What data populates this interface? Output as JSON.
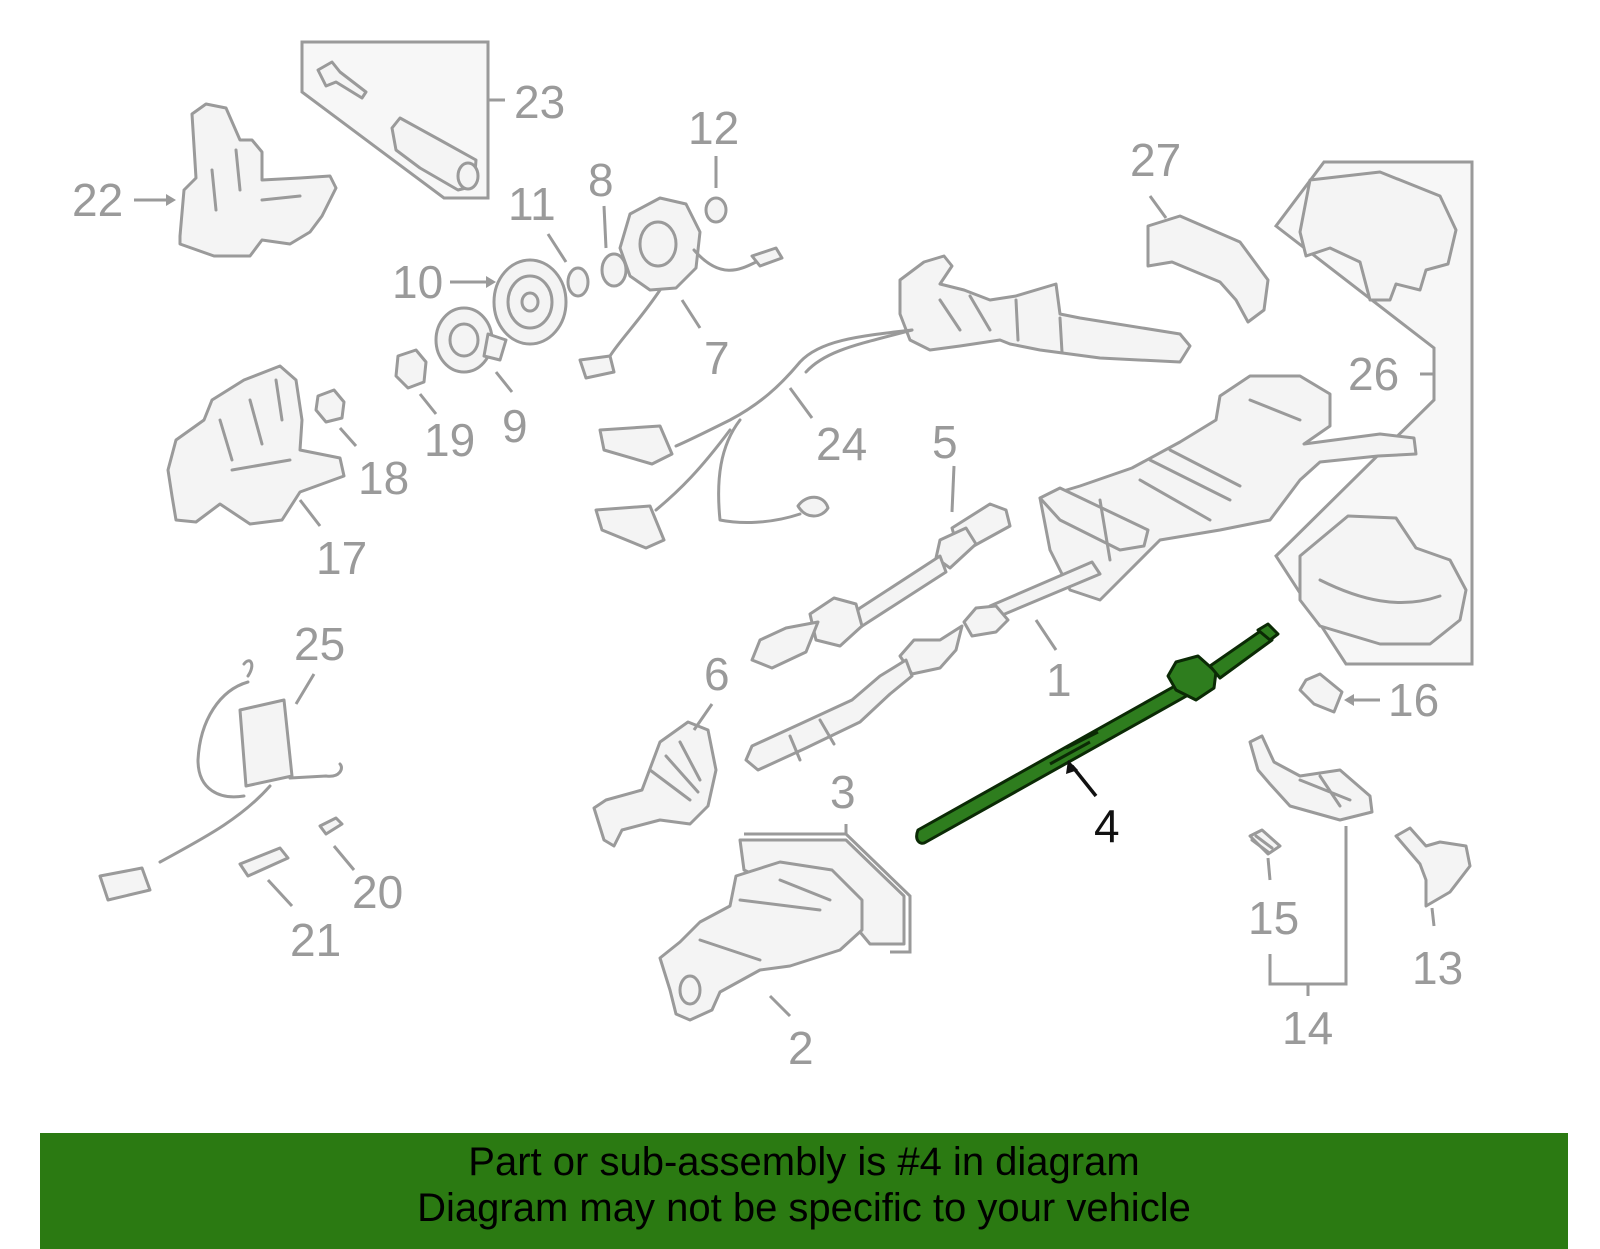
{
  "diagram": {
    "highlighted_part": "4",
    "highlight_color": "#2e7d1e",
    "callouts": [
      "1",
      "2",
      "3",
      "4",
      "5",
      "6",
      "7",
      "8",
      "9",
      "10",
      "11",
      "12",
      "13",
      "14",
      "15",
      "16",
      "17",
      "18",
      "19",
      "20",
      "21",
      "22",
      "23",
      "24",
      "25",
      "26",
      "27"
    ]
  },
  "banner": {
    "line1": "Part or sub-assembly is #4 in diagram",
    "line2": "Diagram may not be specific to your vehicle",
    "background": "#2b7a12"
  }
}
